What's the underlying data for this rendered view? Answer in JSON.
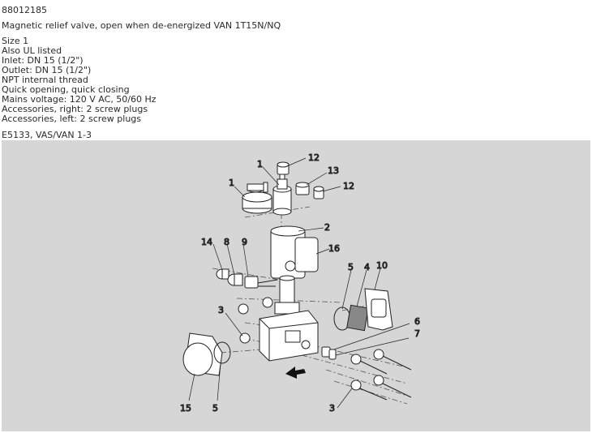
{
  "header": {
    "part_number": "88012185",
    "description": "Magnetic relief valve, open when de-energized VAN 1T15N/NQ"
  },
  "specs": [
    "Size 1",
    "Also UL listed",
    "Inlet: DN 15 (1/2\")",
    "Outlet: DN 15 (1/2\")",
    "NPT internal thread",
    "Quick opening, quick closing",
    "Mains voltage: 120 V AC, 50/60 Hz",
    "Accessories, right: 2 screw plugs",
    "Accessories, left: 2 screw plugs"
  ],
  "drawing_reference": "E5133, VAS/VAN 1-3",
  "diagram": {
    "callouts": {
      "c1a": "1",
      "c1b": "1",
      "c12a": "12",
      "c13": "13",
      "c12b": "12",
      "c2": "2",
      "c14": "14",
      "c8": "8",
      "c9": "9",
      "c16": "16",
      "c5a": "5",
      "c4": "4",
      "c10": "10",
      "c3a": "3",
      "c6": "6",
      "c7": "7",
      "c15": "15",
      "c5b": "5",
      "c3b": "3"
    }
  }
}
